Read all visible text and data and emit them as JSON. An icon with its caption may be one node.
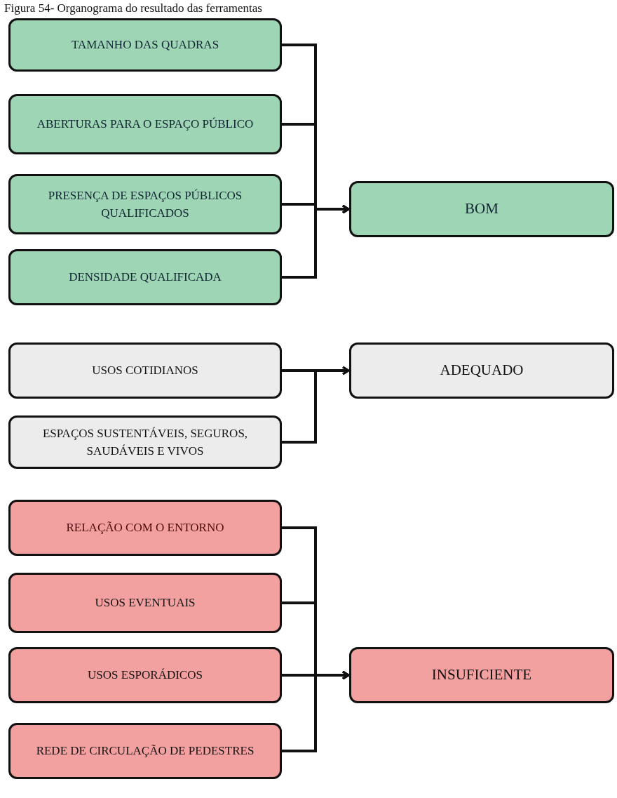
{
  "diagram": {
    "title": "Figura 54- Organograma do resultado das ferramentas",
    "nodes": [
      {
        "text": [
          "TAMANHO DAS QUADRAS"
        ]
      },
      {
        "text": [
          "ABERTURAS PARA O ESPAÇO PÚBLICO"
        ]
      },
      {
        "text": [
          "PRESENÇA DE ESPAÇOS PÚBLICOS QUALIFICADOS"
        ]
      },
      {
        "text": [
          "DENSIDADE QUALIFICADA"
        ]
      },
      {
        "text": [
          "BOM"
        ]
      },
      {
        "text": [
          "USOS COTIDIANOS"
        ]
      },
      {
        "text": [
          "ESPAÇOS SUSTENTÁVEIS, SEGUROS, SAUDÁVEIS E VIVOS"
        ]
      },
      {
        "text": [
          "ADEQUADO"
        ]
      },
      {
        "text": [
          "RELAÇÃO COM O ENTORNO"
        ]
      },
      {
        "text": [
          "USOS EVENTUAIS"
        ]
      },
      {
        "text": [
          "USOS ESPORÁDICOS"
        ]
      },
      {
        "text": [
          "REDE DE CIRCULAÇÃO DE PEDESTRES"
        ]
      },
      {
        "text": [
          "INSUFICIENTE"
        ]
      }
    ],
    "edges": [
      {
        "from": 0,
        "to": 4,
        "arrow": "to"
      },
      {
        "from": 1,
        "to": 4,
        "arrow": "to"
      },
      {
        "from": 2,
        "to": 4,
        "arrow": "to"
      },
      {
        "from": 3,
        "to": 4,
        "arrow": "to"
      },
      {
        "from": 5,
        "to": 7,
        "arrow": "to"
      },
      {
        "from": 6,
        "to": 7,
        "arrow": "to"
      },
      {
        "from": 8,
        "to": 12,
        "arrow": "to"
      },
      {
        "from": 9,
        "to": 12,
        "arrow": "to"
      },
      {
        "from": 10,
        "to": 12,
        "arrow": "to"
      },
      {
        "from": 11,
        "to": 12,
        "arrow": "to"
      }
    ]
  }
}
